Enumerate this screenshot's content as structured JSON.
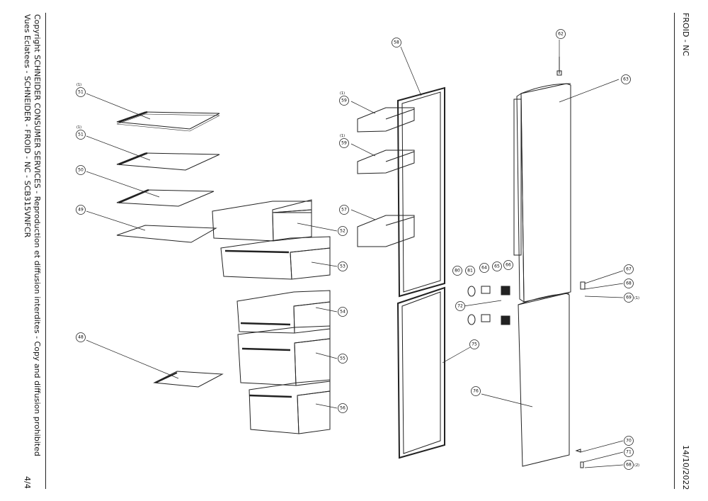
{
  "header": {
    "copyright": "Copyright SCHNEIDER CONSUMER SERVICES - Reproduction et diffusion interdites - Copy and diffusion prohibited",
    "subtitle": "Vues Eclatees - SCHNEIDER - FROID - NC - SCB315VNFCR",
    "page": "4/4",
    "category": "FROID - NC",
    "date": "14/10/2022"
  },
  "parts": [
    {
      "id": "51a",
      "num": "51",
      "qty": "(1)"
    },
    {
      "id": "51b",
      "num": "51",
      "qty": "(1)"
    },
    {
      "id": "50",
      "num": "50",
      "qty": ""
    },
    {
      "id": "49",
      "num": "49",
      "qty": ""
    },
    {
      "id": "48",
      "num": "48",
      "qty": ""
    },
    {
      "id": "52",
      "num": "52",
      "qty": ""
    },
    {
      "id": "53",
      "num": "53",
      "qty": ""
    },
    {
      "id": "54",
      "num": "54",
      "qty": ""
    },
    {
      "id": "55",
      "num": "55",
      "qty": ""
    },
    {
      "id": "56",
      "num": "56",
      "qty": ""
    },
    {
      "id": "58",
      "num": "58",
      "qty": ""
    },
    {
      "id": "59a",
      "num": "59",
      "qty": "(1)"
    },
    {
      "id": "59b",
      "num": "59",
      "qty": "(1)"
    },
    {
      "id": "57",
      "num": "57",
      "qty": ""
    },
    {
      "id": "80",
      "num": "80",
      "qty": ""
    },
    {
      "id": "81",
      "num": "81",
      "qty": ""
    },
    {
      "id": "64",
      "num": "64",
      "qty": ""
    },
    {
      "id": "65",
      "num": "65",
      "qty": ""
    },
    {
      "id": "66",
      "num": "66",
      "qty": ""
    },
    {
      "id": "72",
      "num": "72",
      "qty": ""
    },
    {
      "id": "75",
      "num": "75",
      "qty": ""
    },
    {
      "id": "62",
      "num": "62",
      "qty": ""
    },
    {
      "id": "63",
      "num": "63",
      "qty": ""
    },
    {
      "id": "67",
      "num": "67",
      "qty": ""
    },
    {
      "id": "68",
      "num": "68",
      "qty": ""
    },
    {
      "id": "69",
      "num": "69",
      "qty": "(1)"
    },
    {
      "id": "76",
      "num": "76",
      "qty": ""
    },
    {
      "id": "70",
      "num": "70",
      "qty": ""
    },
    {
      "id": "71",
      "num": "71",
      "qty": ""
    },
    {
      "id": "68b",
      "num": "68",
      "qty": "(2)"
    }
  ]
}
